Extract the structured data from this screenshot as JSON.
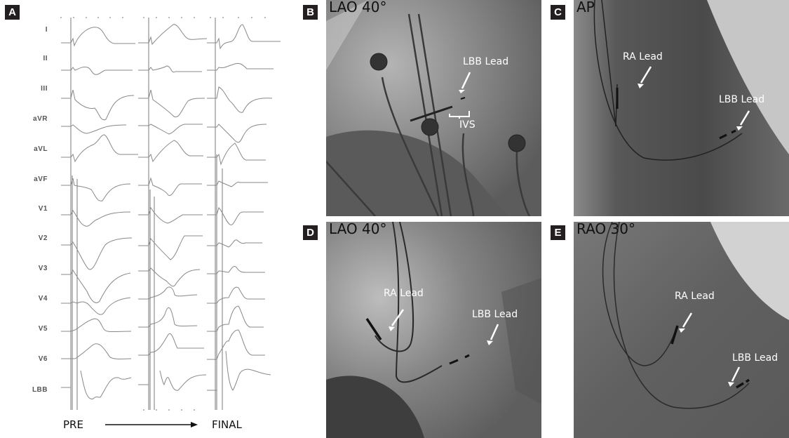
{
  "figure": {
    "panels": {
      "A": {
        "badge": "A",
        "lead_labels": [
          "I",
          "II",
          "III",
          "aVR",
          "aVL",
          "aVF",
          "V1",
          "V2",
          "V3",
          "V4",
          "V5",
          "V6",
          "LBB"
        ],
        "footer": {
          "start": "PRE",
          "end": "FINAL"
        }
      },
      "B": {
        "badge": "B",
        "view": "LAO 40°",
        "annotations": {
          "lbb": "LBB Lead",
          "ivs": "IVS"
        }
      },
      "C": {
        "badge": "C",
        "view": "AP",
        "annotations": {
          "ra": "RA Lead",
          "lbb": "LBB Lead"
        }
      },
      "D": {
        "badge": "D",
        "view": "LAO 40°",
        "annotations": {
          "ra": "RA Lead",
          "lbb": "LBB Lead"
        }
      },
      "E": {
        "badge": "E",
        "view": "RAO 30°",
        "annotations": {
          "ra": "RA Lead",
          "lbb": "LBB Lead"
        }
      }
    }
  }
}
